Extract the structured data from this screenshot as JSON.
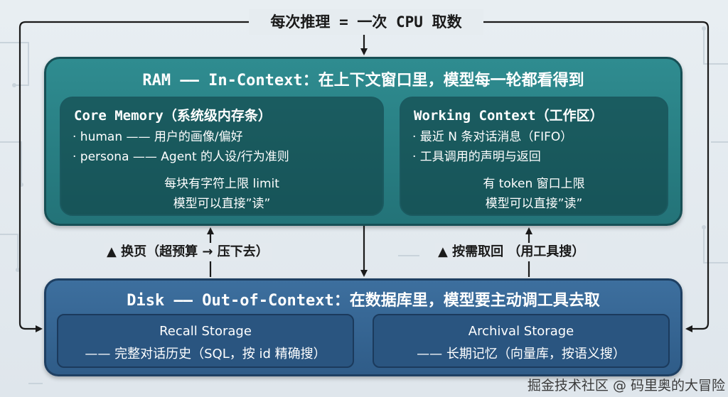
{
  "top_label": "每次推理 = 一次 CPU 取数",
  "ram": {
    "title": "RAM —— In-Context：在上下文窗口里，模型每一轮都看得到",
    "core": {
      "title": "Core Memory（系统级内存条）",
      "bullets": [
        "· human —— 用户的画像/偏好",
        "· persona —— Agent 的人设/行为准则"
      ],
      "note1": "每块有字符上限 limit",
      "note2": "模型可以直接”读”"
    },
    "working": {
      "title": "Working Context（工作区）",
      "bullets": [
        "· 最近 N 条对话消息（FIFO）",
        "· 工具调用的声明与返回"
      ],
      "note1": "有 token 窗口上限",
      "note2": "模型可以直接”读”"
    }
  },
  "flows": {
    "left": "▲ 换页（超预算 → 压下去）",
    "right": "▲ 按需取回 （用工具搜）"
  },
  "disk": {
    "title": "Disk —— Out-of-Context：在数据库里，模型要主动调工具去取",
    "recall": {
      "line1": "Recall Storage",
      "line2": "—— 完整对话历史（SQL，按 id 精确搜）"
    },
    "archival": {
      "line1": "Archival Storage",
      "line2": "—— 长期记忆（向量库，按语义搜）"
    }
  },
  "watermark": "掘金技术社区 @ 码里奥的大冒险",
  "colors": {
    "ram_fill": "#2a7f84",
    "disk_fill": "#36648f",
    "arrow": "#1a1a1a"
  }
}
